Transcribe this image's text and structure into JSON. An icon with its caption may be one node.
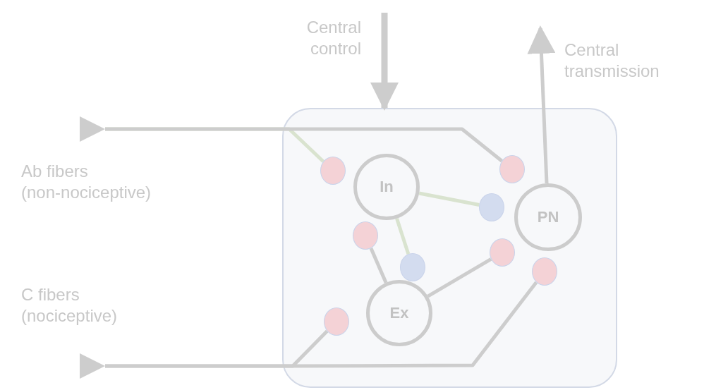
{
  "diagram": {
    "nodes": [
      {
        "text": [],
        "shape": "box"
      },
      {
        "text": [
          "In"
        ],
        "in": 0
      },
      {
        "text": [
          "PN"
        ],
        "in": 0
      },
      {
        "text": [
          "Ex"
        ],
        "in": 0
      },
      {
        "text": [],
        "shape": "circle",
        "in": 0
      },
      {
        "text": [],
        "shape": "circle",
        "in": 0
      },
      {
        "text": [],
        "shape": "circle",
        "in": 0
      },
      {
        "text": [],
        "shape": "circle",
        "in": 0
      },
      {
        "text": [],
        "shape": "circle",
        "in": 0
      },
      {
        "text": [],
        "shape": "circle",
        "in": 0
      },
      {
        "text": [],
        "shape": "circle",
        "in": 0
      },
      {
        "text": [],
        "shape": "circle",
        "in": 0
      },
      {
        "text": [],
        "shape": "triangle"
      },
      {
        "text": [],
        "shape": "triangle"
      }
    ],
    "edges": [
      {
        "from": 12,
        "to": 5,
        "arrow": "none"
      },
      {
        "from": 12,
        "to": 4,
        "arrow": "none",
        "color": "#d9e3cf"
      },
      {
        "from": 1,
        "to": 6,
        "arrow": "none",
        "color": "#d9e3cf"
      },
      {
        "from": 1,
        "to": 8,
        "arrow": "none",
        "color": "#d9e3cf"
      },
      {
        "from": 3,
        "to": 7,
        "arrow": "none"
      },
      {
        "from": 3,
        "to": 9,
        "arrow": "none"
      },
      {
        "from": 13,
        "to": 10,
        "arrow": "none"
      },
      {
        "from": 13,
        "to": 11,
        "arrow": "none"
      },
      {
        "from": 2,
        "to": null,
        "arrow": "to"
      },
      {
        "from": null,
        "to": 0,
        "arrow": "to",
        "style": "thick"
      }
    ],
    "labels": [
      "Central control",
      "Central transmission",
      "Ab fibers (non-nociceptive)",
      "C fibers (nociceptive)"
    ]
  }
}
